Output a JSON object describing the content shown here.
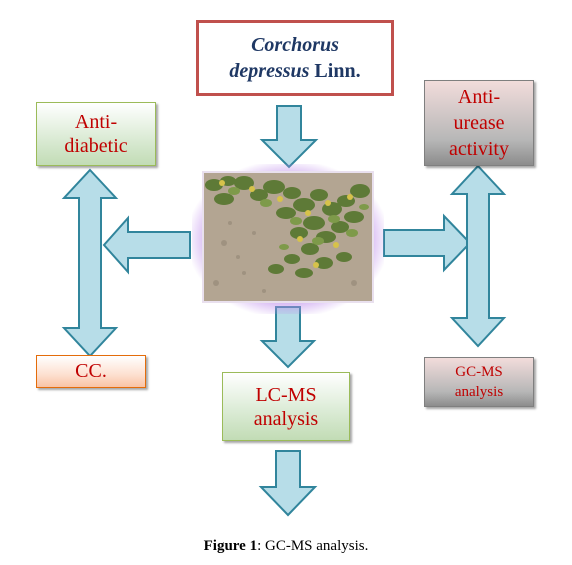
{
  "title": {
    "line1": "Corchorus",
    "line2a": "depressus",
    "line2b": "Linn."
  },
  "boxes": {
    "anti_diabetic": [
      "Anti-",
      "diabetic"
    ],
    "anti_urease": [
      "Anti-",
      "urease",
      "activity"
    ],
    "cc": "CC.",
    "lcms": [
      "LC-MS",
      "analysis"
    ],
    "gcms": [
      "GC-MS",
      "analysis"
    ]
  },
  "caption": {
    "label": "Figure 1",
    "text": ": GC-MS analysis."
  },
  "colors": {
    "arrow_fill": "#b7dde8",
    "arrow_stroke": "#31859c",
    "title_border": "#c0504d",
    "box_text": "#c00000"
  },
  "image": {
    "depicts": "plant-photo"
  }
}
